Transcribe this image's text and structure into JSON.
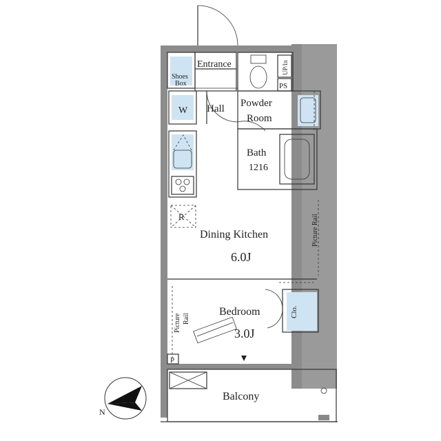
{
  "rooms": {
    "entrance": "Entrance",
    "shoes_box": [
      "Shoes",
      "Box"
    ],
    "up_in": "UP/In",
    "ps": "PS",
    "w": "W",
    "hall": "Hall",
    "powder_room": [
      "Powder",
      "Room"
    ],
    "bath": [
      "Bath",
      "1216"
    ],
    "fridge": "R",
    "dining_kitchen": "Dining Kitchen",
    "dining_kitchen_size": "6.0J",
    "picture_rail_right": "Picture Rail",
    "picture_rail_left": [
      "Picture",
      "Rail"
    ],
    "bedroom": "Bedroom",
    "bedroom_size": "3.0J",
    "closet": "Clo.",
    "p": "P",
    "balcony": "Balcony"
  },
  "compass": {
    "north": "N"
  },
  "colors": {
    "wall": "#8c8c8c",
    "fixture_blue": "#cfe4f3",
    "line": "#333333"
  }
}
